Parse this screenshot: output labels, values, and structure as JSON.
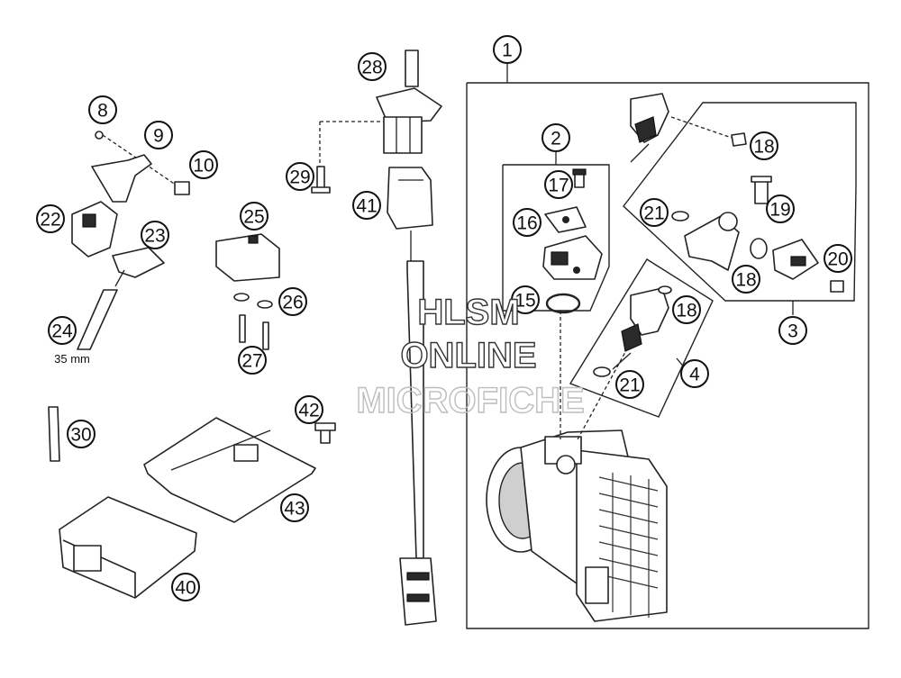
{
  "callouts": [
    {
      "id": "1",
      "label": "1"
    },
    {
      "id": "2",
      "label": "2"
    },
    {
      "id": "3",
      "label": "3"
    },
    {
      "id": "4",
      "label": "4"
    },
    {
      "id": "8",
      "label": "8"
    },
    {
      "id": "9",
      "label": "9"
    },
    {
      "id": "10",
      "label": "10"
    },
    {
      "id": "15",
      "label": "15"
    },
    {
      "id": "16",
      "label": "16"
    },
    {
      "id": "17",
      "label": "17"
    },
    {
      "id": "18a",
      "label": "18"
    },
    {
      "id": "18b",
      "label": "18"
    },
    {
      "id": "18c",
      "label": "18"
    },
    {
      "id": "19",
      "label": "19"
    },
    {
      "id": "20",
      "label": "20"
    },
    {
      "id": "21a",
      "label": "21"
    },
    {
      "id": "21b",
      "label": "21"
    },
    {
      "id": "22",
      "label": "22"
    },
    {
      "id": "23",
      "label": "23"
    },
    {
      "id": "24",
      "label": "24"
    },
    {
      "id": "25",
      "label": "25"
    },
    {
      "id": "26",
      "label": "26"
    },
    {
      "id": "27",
      "label": "27"
    },
    {
      "id": "28",
      "label": "28"
    },
    {
      "id": "29",
      "label": "29"
    },
    {
      "id": "30",
      "label": "30"
    },
    {
      "id": "40",
      "label": "40"
    },
    {
      "id": "41",
      "label": "41"
    },
    {
      "id": "42",
      "label": "42"
    },
    {
      "id": "43",
      "label": "43"
    }
  ],
  "dimension_label": "35 mm",
  "watermark": {
    "line1": "HLSM",
    "line2": "ONLINE",
    "line3": "MICROFICHE"
  }
}
